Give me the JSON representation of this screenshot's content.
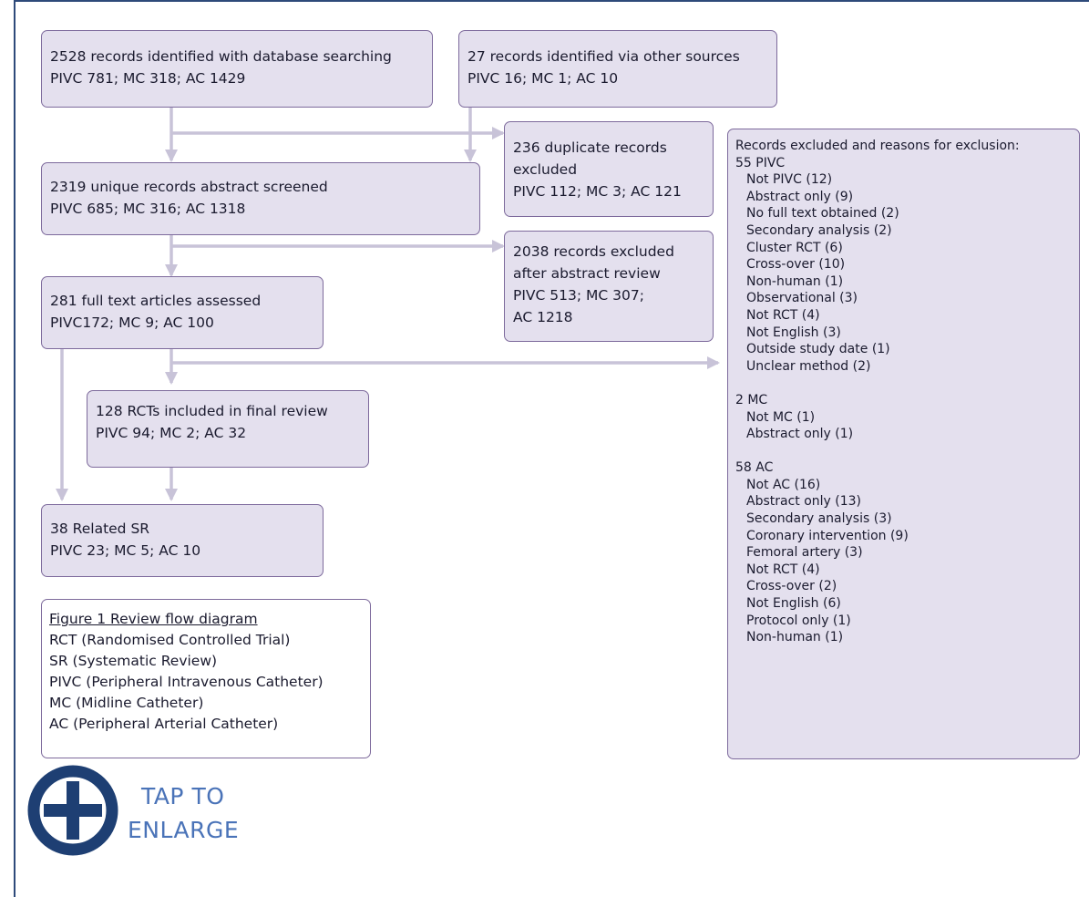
{
  "boxes": {
    "identified_db": {
      "line1": "2528 records identified with database searching",
      "line2": "PIVC 781; MC 318; AC 1429"
    },
    "identified_other": {
      "line1": "27 records identified via other sources",
      "line2": "PIVC 16; MC 1; AC 10"
    },
    "duplicates": {
      "line1": "236 duplicate records",
      "line2": "excluded",
      "line3": "PIVC 112; MC 3; AC 121"
    },
    "screened": {
      "line1": "2319 unique records abstract screened",
      "line2": "PIVC 685; MC 316; AC 1318"
    },
    "abstract_excluded": {
      "line1": "2038 records excluded",
      "line2": "after abstract review",
      "line3": "PIVC 513; MC 307;",
      "line4": "AC 1218"
    },
    "full_text": {
      "line1": "281 full text articles assessed",
      "line2": "PIVC172; MC 9; AC 100"
    },
    "included": {
      "line1": "128 RCTs included in final review",
      "line2": "PIVC 94; MC 2; AC 32"
    },
    "related_sr": {
      "line1": "38 Related SR",
      "line2": "PIVC 23; MC 5; AC 10"
    }
  },
  "exclusions": {
    "title": "Records excluded and reasons for exclusion:",
    "groups": [
      {
        "heading": "55 PIVC",
        "items": [
          "Not PIVC (12)",
          "Abstract only (9)",
          "No full text obtained (2)",
          "Secondary analysis (2)",
          "Cluster RCT (6)",
          "Cross-over (10)",
          "Non-human (1)",
          "Observational (3)",
          "Not RCT (4)",
          "Not English (3)",
          "Outside study date (1)",
          "Unclear method (2)"
        ]
      },
      {
        "heading": "2 MC",
        "items": [
          "Not MC (1)",
          "Abstract only (1)"
        ]
      },
      {
        "heading": "58 AC",
        "items": [
          "Not AC (16)",
          "Abstract only (13)",
          "Secondary analysis (3)",
          "Coronary intervention (9)",
          "Femoral artery (3)",
          "Not RCT (4)",
          "Cross-over (2)",
          "Not English (6)",
          "Protocol only (1)",
          "Non-human (1)"
        ]
      }
    ]
  },
  "legend": {
    "caption": "Figure 1 Review flow diagram",
    "entries": [
      "RCT (Randomised Controlled Trial)",
      "SR (Systematic Review)",
      "PIVC (Peripheral Intravenous Catheter)",
      "MC (Midline Catheter)",
      "AC (Peripheral Arterial Catheter)"
    ]
  },
  "enlarge": {
    "line1": "TAP TO",
    "line2": "ENLARGE",
    "icon": "plus-circle-icon"
  },
  "colors": {
    "box_fill": "#e4e0ee",
    "box_border": "#7d6a9c",
    "arrow": "#c8c3d8",
    "frame": "#2e4a7a",
    "enlarge_icon": "#1e3f73",
    "enlarge_text": "#4a73b8"
  }
}
